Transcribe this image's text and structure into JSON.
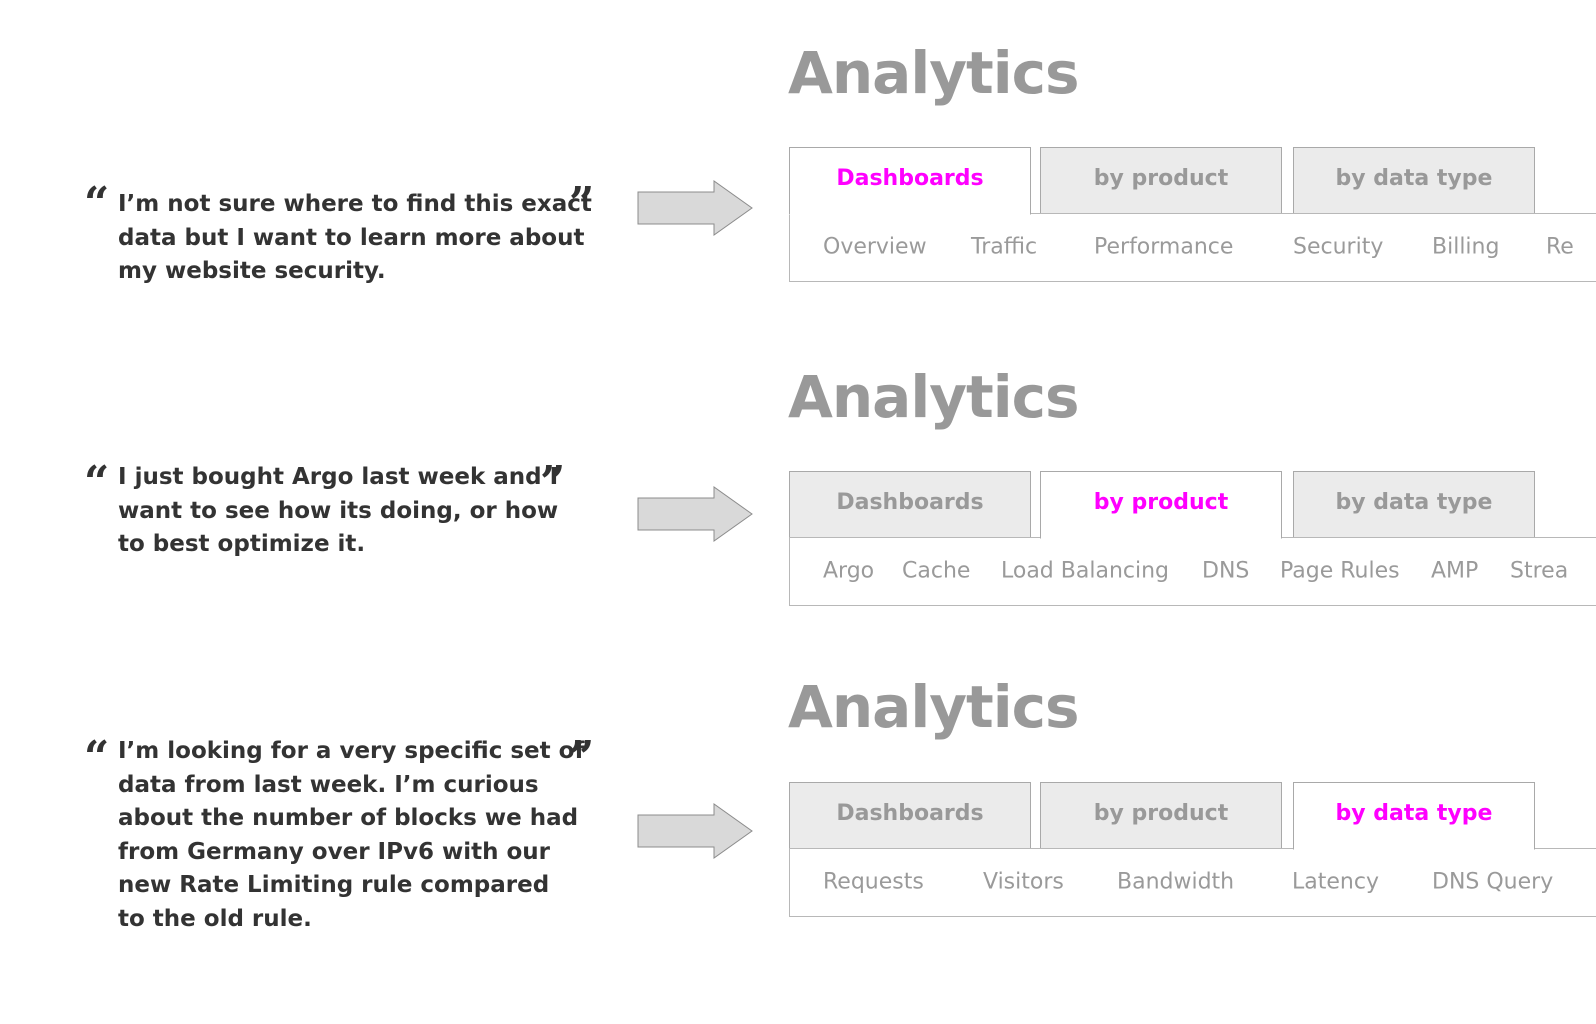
{
  "scenarios": [
    {
      "quote": {
        "open_mark": "“",
        "close_mark": "”",
        "lines": [
          "I’m not sure where to find this exact",
          "data but I want to learn more about",
          "my website security."
        ]
      },
      "title": "Analytics",
      "tabs": [
        "Dashboards",
        "by product",
        "by data type"
      ],
      "active_tab": "Dashboards",
      "subnav": [
        "Overview",
        "Traffic",
        "Performance",
        "Security",
        "Billing",
        "Re"
      ]
    },
    {
      "quote": {
        "open_mark": "“",
        "close_mark": "”",
        "lines": [
          "I just bought Argo last week and I",
          "want to see how its doing, or how",
          "to best optimize it."
        ]
      },
      "title": "Analytics",
      "tabs": [
        "Dashboards",
        "by product",
        "by data type"
      ],
      "active_tab": "by product",
      "subnav": [
        "Argo",
        "Cache",
        "Load Balancing",
        "DNS",
        "Page Rules",
        "AMP",
        "Strea"
      ]
    },
    {
      "quote": {
        "open_mark": "“",
        "close_mark": "”",
        "lines": [
          "I’m looking for a very specific set of",
          "data from last week. I’m curious",
          "about the number of blocks we had",
          "from Germany over IPv6 with our",
          "new Rate Limiting rule compared",
          "to the old rule."
        ]
      },
      "title": "Analytics",
      "tabs": [
        "Dashboards",
        "by product",
        "by data type"
      ],
      "active_tab": "by data type",
      "subnav": [
        "Requests",
        "Visitors",
        "Bandwidth",
        "Latency",
        "DNS Query"
      ]
    }
  ],
  "colors": {
    "active_tab_text": "#ff00ff",
    "inactive_tab_text": "#999999",
    "inactive_tab_bg": "#ebebeb",
    "title": "#999999",
    "quote_text": "#333333",
    "subnav_text": "#9a9a9a",
    "arrow_fill": "#d9d9d9",
    "arrow_stroke": "#8c8c8c"
  },
  "icons": {
    "arrow": "right-arrow-icon"
  }
}
